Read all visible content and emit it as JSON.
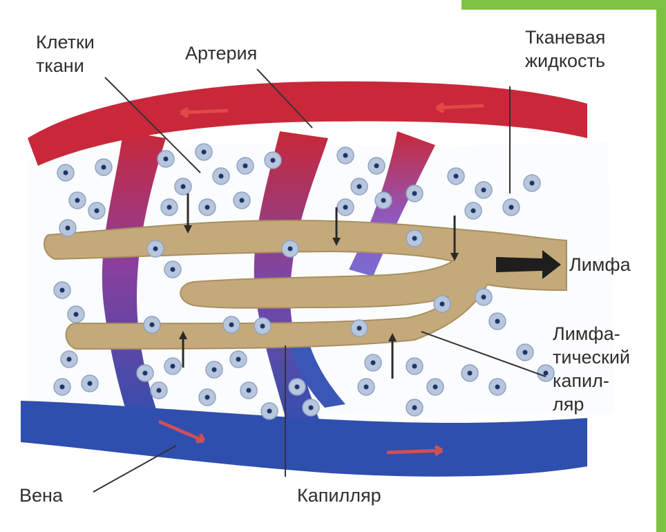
{
  "labels": {
    "tissue_cells": [
      "Клетки",
      "ткани"
    ],
    "artery": "Артерия",
    "tissue_fluid": [
      "Тканевая",
      "жидкость"
    ],
    "lymph": "Лимфа",
    "lymph_capillary": [
      "Лимфа-",
      "тический",
      "капил-",
      "ляр"
    ],
    "vein": "Вена",
    "capillary": "Капилляр"
  },
  "colors": {
    "artery": "#c8283a",
    "vein": "#2f4fae",
    "lymph_vessel": "#c4a97a",
    "tissue_cell": "#b7c6dc",
    "cell_nucleus": "#1f3468",
    "frame_accent": "#7dc242",
    "arrow": "#2a2a2a",
    "flow_arrow": "#e8504a"
  }
}
